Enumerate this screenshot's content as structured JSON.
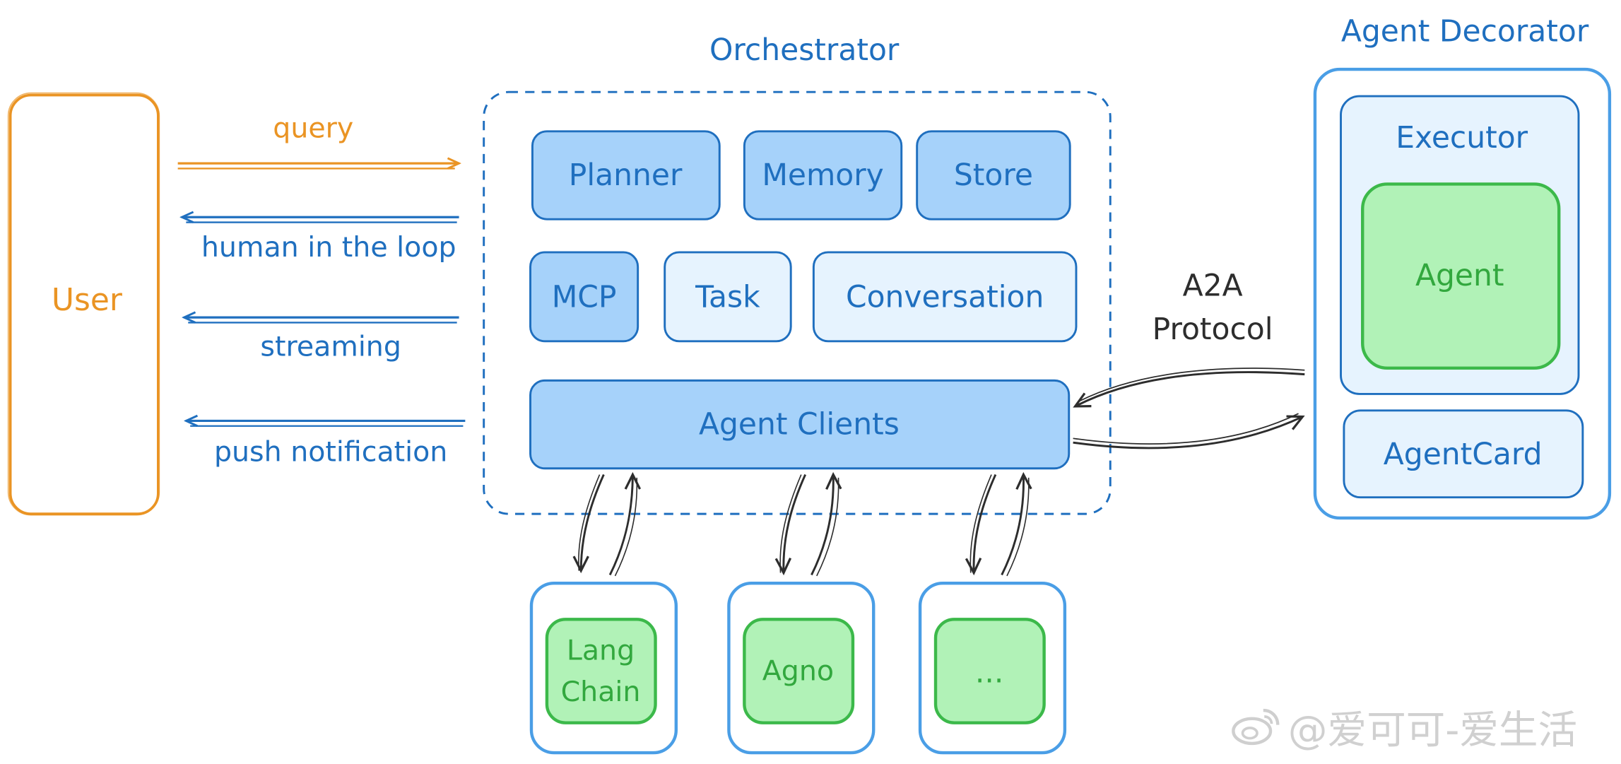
{
  "user": {
    "label": "User"
  },
  "edges": {
    "query": "query",
    "human_in_the_loop": "human in the loop",
    "streaming": "streaming",
    "push_notification": "push notification",
    "a2a_line1": "A2A",
    "a2a_line2": "Protocol"
  },
  "orchestrator": {
    "title": "Orchestrator",
    "modules": {
      "planner": "Planner",
      "memory": "Memory",
      "store": "Store",
      "mcp": "MCP",
      "task": "Task",
      "conversation": "Conversation",
      "agent_clients": "Agent Clients"
    }
  },
  "agent_decorator": {
    "title": "Agent Decorator",
    "executor": "Executor",
    "agent": "Agent",
    "agent_card": "AgentCard"
  },
  "frameworks": {
    "langchain_line1": "Lang",
    "langchain_line2": "Chain",
    "agno": "Agno",
    "more": "..."
  },
  "watermark": {
    "text": "@爱可可-爱生活",
    "icon": "weibo-icon"
  },
  "colors": {
    "orange": "#ea9424",
    "blue_text": "#1f6fbf",
    "blue_stroke": "#4a9ee6",
    "blue_fill": "#a6d2fa",
    "blue_fill_light": "#e6f3fe",
    "green_stroke": "#3cb94a",
    "green_fill": "#b1f2b7",
    "green_text": "#32a83e",
    "dark_arrow": "#2d2d2d"
  }
}
